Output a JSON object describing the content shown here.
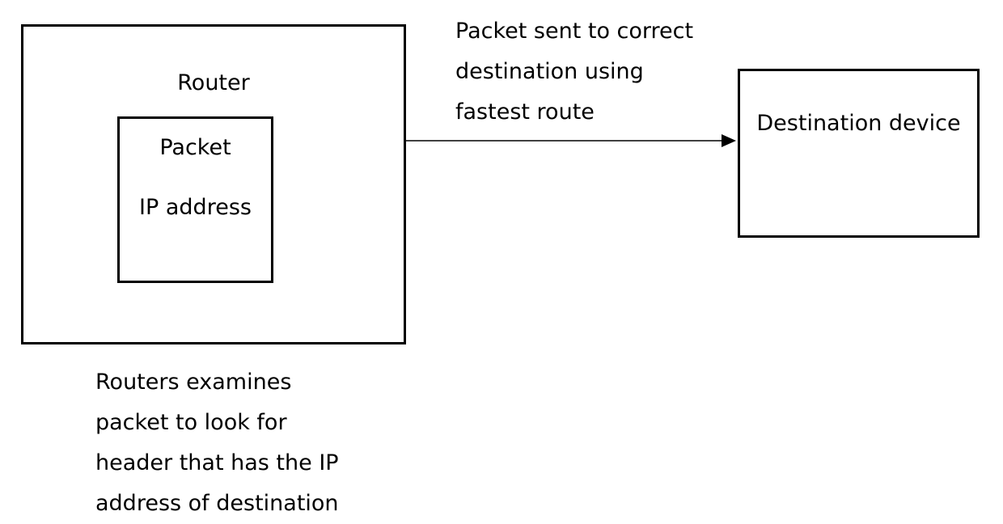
{
  "router": {
    "label": "Router",
    "packet": {
      "label": "Packet",
      "ip_label": "IP address"
    }
  },
  "destination": {
    "label": "Destination device"
  },
  "arrow": {
    "label": "Packet sent to correct destination using fastest route"
  },
  "router_note": "Routers examines packet to look for header that has the IP address of destination"
}
